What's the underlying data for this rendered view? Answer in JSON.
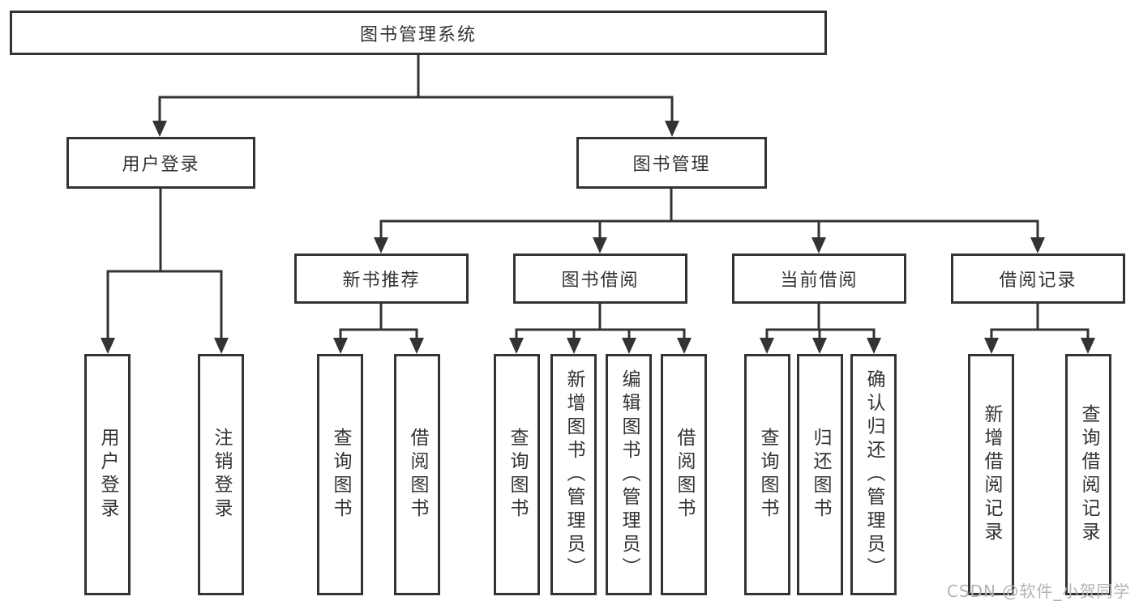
{
  "diagram": {
    "root": "图书管理系统",
    "branches": [
      {
        "label": "用户登录",
        "children": [
          {
            "label": "用户登录"
          },
          {
            "label": "注销登录"
          }
        ]
      },
      {
        "label": "图书管理",
        "children": [
          {
            "label": "新书推荐",
            "children": [
              {
                "label": "查询图书"
              },
              {
                "label": "借阅图书"
              }
            ]
          },
          {
            "label": "图书借阅",
            "children": [
              {
                "label": "查询图书"
              },
              {
                "label": "新增图书（管理员）"
              },
              {
                "label": "编辑图书（管理员）"
              },
              {
                "label": "借阅图书"
              }
            ]
          },
          {
            "label": "当前借阅",
            "children": [
              {
                "label": "查询图书"
              },
              {
                "label": "归还图书"
              },
              {
                "label": "确认归还（管理员）"
              }
            ]
          },
          {
            "label": "借阅记录",
            "children": [
              {
                "label": "新增借阅记录"
              },
              {
                "label": "查询借阅记录"
              }
            ]
          }
        ]
      }
    ]
  },
  "watermark": {
    "text": "CSDN @软件_小贺同学"
  },
  "colors": {
    "line": "#333333",
    "text": "#333333",
    "box_background": "#ffffff",
    "watermark": "#b3b3b3",
    "background": "#ffffff"
  }
}
